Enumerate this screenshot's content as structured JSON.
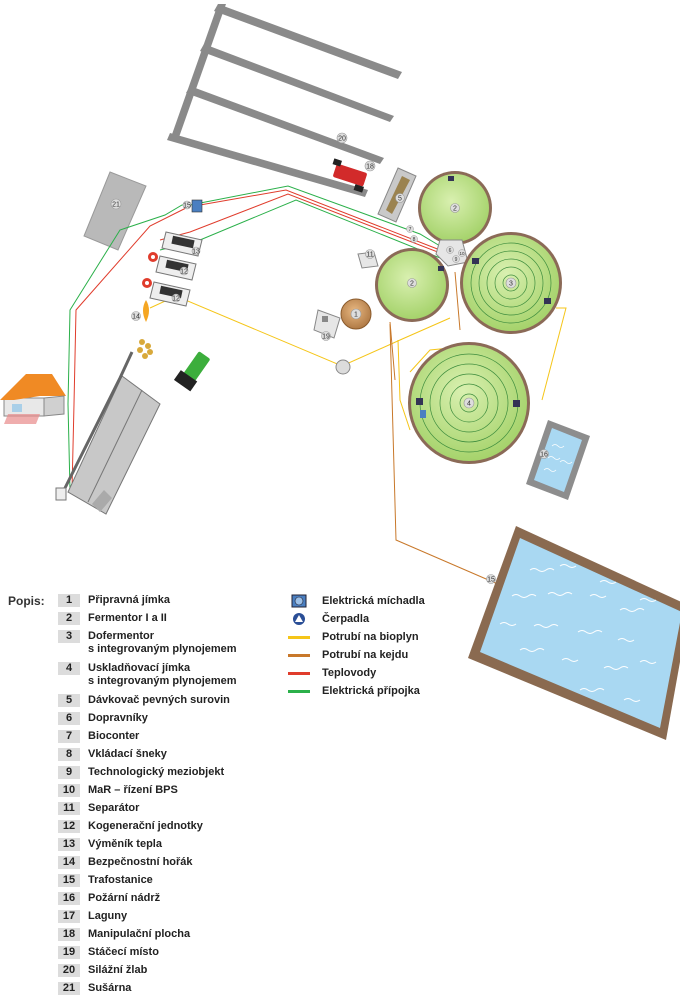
{
  "legend": {
    "title": "Popis:",
    "items": [
      {
        "num": "1",
        "text": "Připravná jímka"
      },
      {
        "num": "2",
        "text": "Fermentor I a II"
      },
      {
        "num": "3",
        "text": "Dofermentor\ns integrovaným plynojemem"
      },
      {
        "num": "4",
        "text": "Uskladňovací jímka\ns integrovaným plynojemem"
      },
      {
        "num": "5",
        "text": "Dávkovač pevných surovin"
      },
      {
        "num": "6",
        "text": "Dopravníky"
      },
      {
        "num": "7",
        "text": "Bioconter"
      },
      {
        "num": "8",
        "text": "Vkládací šneky"
      },
      {
        "num": "9",
        "text": "Technologický meziobjekt"
      },
      {
        "num": "10",
        "text": "MaR – řízení BPS"
      },
      {
        "num": "11",
        "text": "Separátor"
      },
      {
        "num": "12",
        "text": "Kogenerační jednotky"
      },
      {
        "num": "13",
        "text": "Výměník tepla"
      },
      {
        "num": "14",
        "text": "Bezpečnostní hořák"
      },
      {
        "num": "15",
        "text": "Trafostanice"
      },
      {
        "num": "16",
        "text": "Požární nádrž"
      },
      {
        "num": "17",
        "text": "Laguny"
      },
      {
        "num": "18",
        "text": "Manipulační plocha"
      },
      {
        "num": "19",
        "text": "Stáčecí místo"
      },
      {
        "num": "20",
        "text": "Silážní žlab"
      },
      {
        "num": "21",
        "text": "Sušárna"
      }
    ]
  },
  "symbols": [
    {
      "icon": "mixer-icon",
      "label": "Elektrická míchadla"
    },
    {
      "icon": "pump-icon",
      "label": "Čerpadla"
    },
    {
      "icon": "line-swatch",
      "label": "Potrubí na bioplyn",
      "color": "#f5c518"
    },
    {
      "icon": "line-swatch",
      "label": "Potrubí na kejdu",
      "color": "#c8782a"
    },
    {
      "icon": "line-swatch",
      "label": "Teplovody",
      "color": "#e03c2c"
    },
    {
      "icon": "line-swatch",
      "label": "Elektrická přípojka",
      "color": "#2bb04a"
    }
  ],
  "plan_labels": {
    "digester_1": "1",
    "fermentor_a": "2",
    "fermentor_b": "2",
    "dofermentor": "3",
    "storage": "4",
    "feeder": "5",
    "conveyor": "6",
    "bioconter": "7",
    "screw": "8",
    "techbuilding": "9",
    "control": "10",
    "separator": "11",
    "chp_a": "12",
    "chp_b": "12",
    "heat_exchanger": "13",
    "flare": "14",
    "transformer": "15",
    "fire_tank": "16",
    "lagoon": "15",
    "manipulation": "18",
    "unloading": "19",
    "silage": "20",
    "dryer": "21"
  },
  "colors": {
    "biogas": "#f5c518",
    "slurry": "#c8782a",
    "heat": "#e03c2c",
    "power": "#2bb04a",
    "tank_fill": "#bfe38a",
    "water": "#a9d8f2",
    "roof": "#f08a24",
    "wall_gray": "#8e8e8e"
  }
}
